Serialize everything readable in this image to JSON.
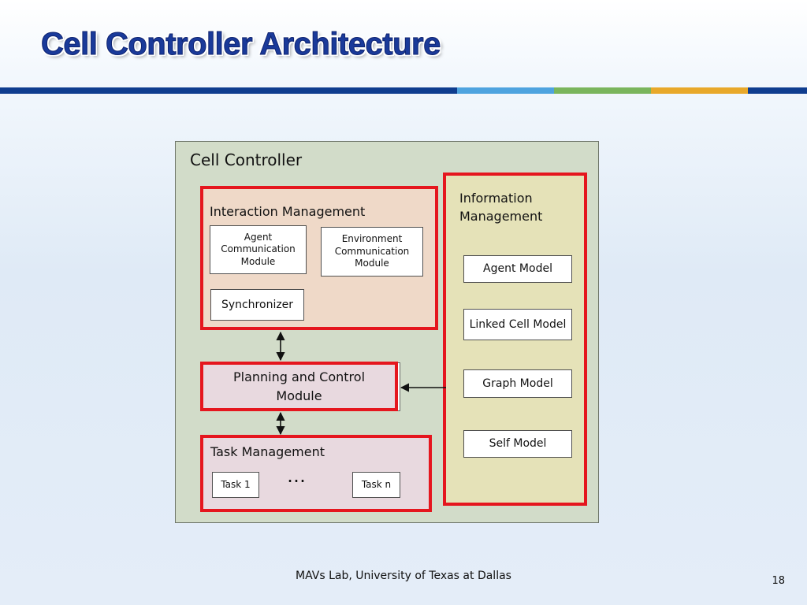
{
  "slide": {
    "title": "Cell Controller Architecture",
    "footer": "MAVs Lab, University of Texas at Dallas",
    "page_number": "18"
  },
  "band_colors": [
    "#0f3d8f",
    "#4ea3df",
    "#7ab55c",
    "#e8a82a",
    "#0f3d8f"
  ],
  "diagram": {
    "container_label": "Cell Controller",
    "interaction": {
      "label": "Interaction Management",
      "agent_comm": [
        "Agent",
        "Communication",
        "Module"
      ],
      "env_comm": [
        "Environment",
        "Communication",
        "Module"
      ],
      "synchronizer": "Synchronizer"
    },
    "planning": {
      "label_line1": "Planning and Control",
      "label_line2": "Module"
    },
    "task": {
      "label": "Task Management",
      "task_first": "Task 1",
      "ellipsis": "…",
      "task_last": "Task n"
    },
    "information": {
      "label_line1": "Information",
      "label_line2": "Management",
      "models": [
        "Agent Model",
        "Linked Cell Model",
        "Graph Model",
        "Self Model"
      ]
    }
  }
}
